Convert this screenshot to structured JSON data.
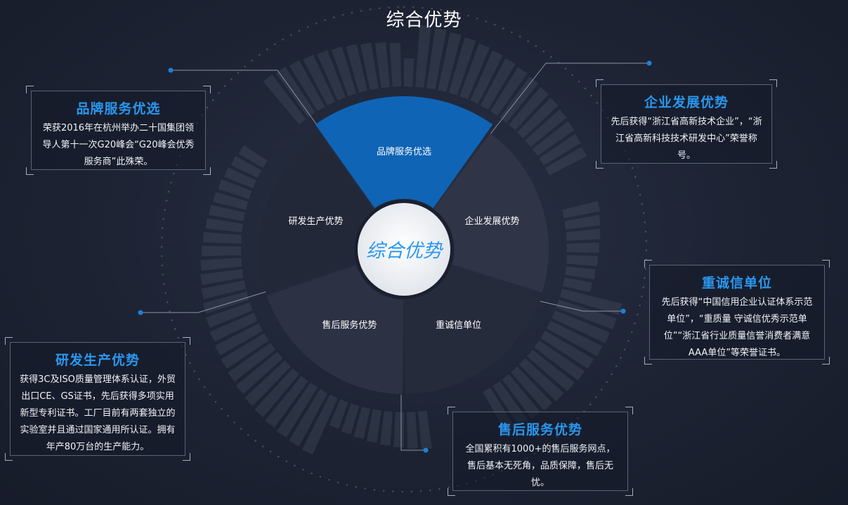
{
  "page": {
    "title": "综合优势"
  },
  "center": {
    "label": "综合优势"
  },
  "segments": [
    {
      "label": "品牌服务优选",
      "color": "#0f64b5"
    },
    {
      "label": "企业发展优势",
      "color": "#2f3446"
    },
    {
      "label": "重诚信单位",
      "color": "#262b3b"
    },
    {
      "label": "售后服务优势",
      "color": "#2c3143"
    },
    {
      "label": "研发生产优势",
      "color": "#232838"
    }
  ],
  "cards": {
    "brand": {
      "title": "品牌服务优选",
      "text": "荣获2016年在杭州举办二十国集团领导人第十一次G20峰会“G20峰会优秀服务商”此殊荣。"
    },
    "enterprise": {
      "title": "企业发展优势",
      "text": "先后获得“浙江省高新技术企业”，“浙江省高新科技技术研发中心”荣誉称号。"
    },
    "integrity": {
      "title": "重诚信单位",
      "text": "先后获得“中国信用企业认证体系示范单位”，“重质量 守诚信优秀示范单位”“浙江省行业质量信誉消费者满意AAA单位”等荣誉证书。"
    },
    "aftersale": {
      "title": "售后服务优势",
      "text": "全国累积有1000+的售后服务网点，售后基本无死角，品质保障，售后无忧。"
    },
    "rnd": {
      "title": "研发生产优势",
      "text": "获得3C及ISO质量管理体系认证，外贸出口CE、GS证书，先后获得多项实用新型专利证书。工厂目前有两套独立的实验室并且通过国家通用所认证。拥有年产80万台的生产能力。"
    }
  },
  "colors": {
    "accent": "#2a97ee",
    "highlight_segment": "#0f64b5",
    "connector_dot": "#1e7fd6"
  }
}
